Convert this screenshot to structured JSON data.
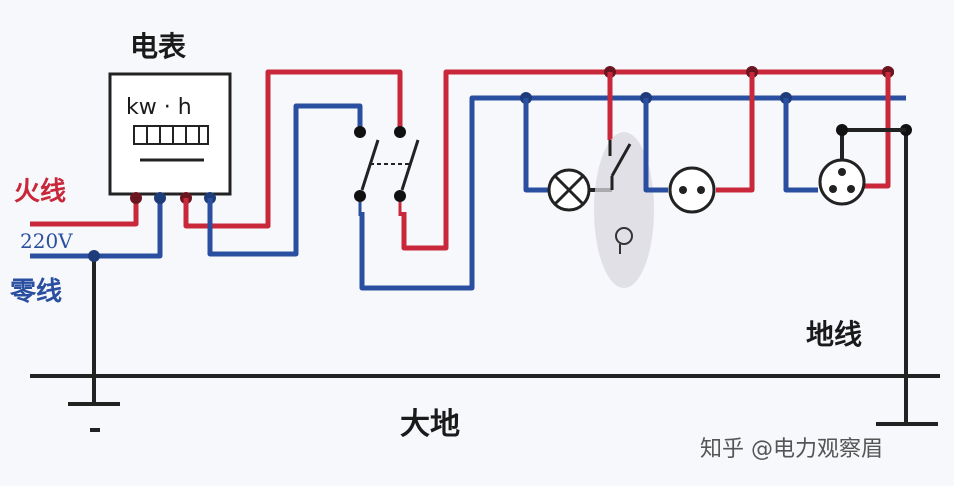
{
  "labels": {
    "meter_title": "电表",
    "meter_unit": "kw · h",
    "live_wire": "火线",
    "voltage": "220V",
    "neutral_wire": "零线",
    "ground_wire": "地线",
    "earth": "大地",
    "watermark": "知乎 @电力观察眉"
  },
  "colors": {
    "live": "#c8283a",
    "neutral": "#2a4fa0",
    "ground": "#222222"
  },
  "icons": [
    "meter-icon",
    "switch-icon",
    "lamp-icon",
    "socket-icon",
    "three-pin-socket-icon"
  ]
}
